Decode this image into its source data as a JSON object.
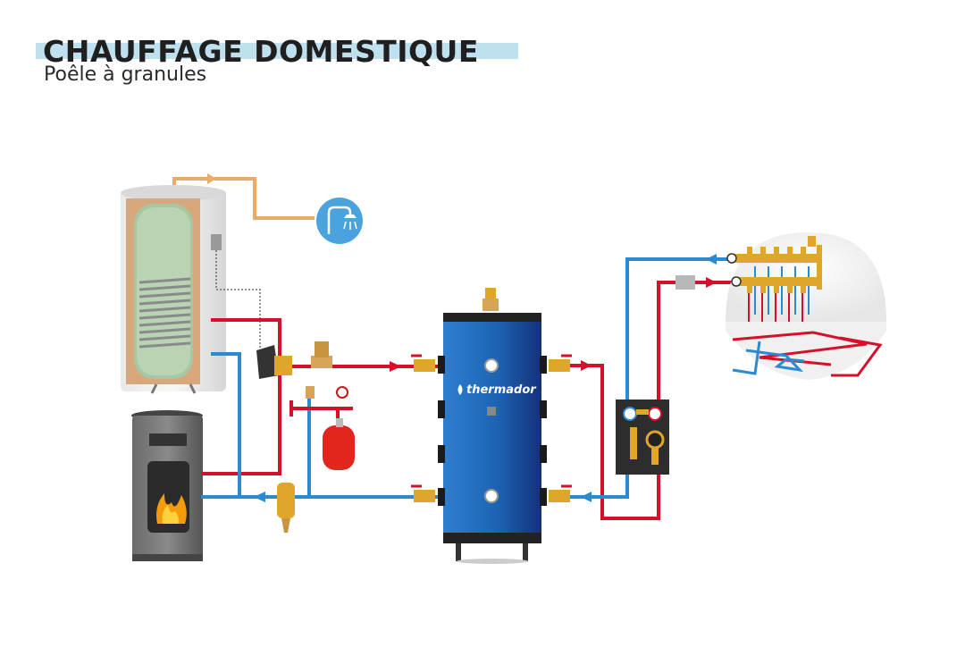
{
  "header": {
    "title": "CHAUFFAGE DOMESTIQUE",
    "subtitle": "Poêle à granules"
  },
  "buffer_tank": {
    "brand": "thermador"
  },
  "colors": {
    "hot_pipe": "#d6102a",
    "cold_pipe": "#2b8ad0",
    "dhw_pipe": "#e8ac68",
    "buffer_tank": "#1d63b4",
    "highlight": "#bfe0ef"
  },
  "icons": [
    "shower-icon",
    "pellet-stove-icon",
    "flame-icon",
    "water-heater-icon",
    "buffer-tank-icon",
    "expansion-vessel-icon",
    "pump-group-icon",
    "underfloor-manifold-icon",
    "valve-icon",
    "gauge-icon",
    "thermometer-icon"
  ]
}
